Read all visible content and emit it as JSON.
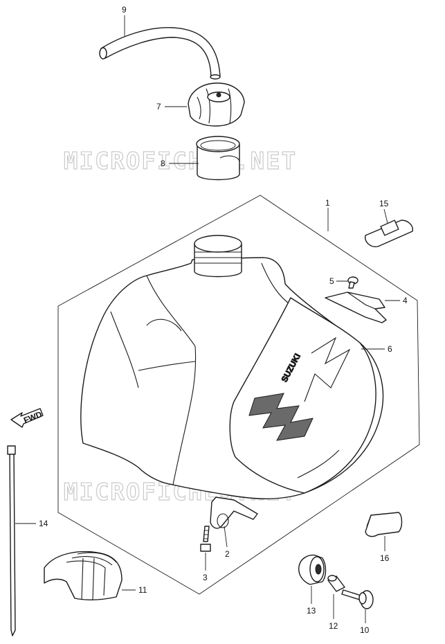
{
  "watermark": "MICROFICHES.NET",
  "tank_text": "SUZUKI",
  "fwd_arrow_text": "FWD",
  "callouts": [
    {
      "id": "c9",
      "label": "9"
    },
    {
      "id": "c7",
      "label": "7"
    },
    {
      "id": "c8",
      "label": "8"
    },
    {
      "id": "c1",
      "label": "1"
    },
    {
      "id": "c15",
      "label": "15"
    },
    {
      "id": "c5",
      "label": "5"
    },
    {
      "id": "c4",
      "label": "4"
    },
    {
      "id": "c6",
      "label": "6"
    },
    {
      "id": "c14",
      "label": "14"
    },
    {
      "id": "c2",
      "label": "2"
    },
    {
      "id": "c3",
      "label": "3"
    },
    {
      "id": "c16",
      "label": "16"
    },
    {
      "id": "c11",
      "label": "11"
    },
    {
      "id": "c13",
      "label": "13"
    },
    {
      "id": "c12",
      "label": "12"
    },
    {
      "id": "c10",
      "label": "10"
    }
  ],
  "icons": {
    "fwd": "forward-arrow-icon"
  }
}
